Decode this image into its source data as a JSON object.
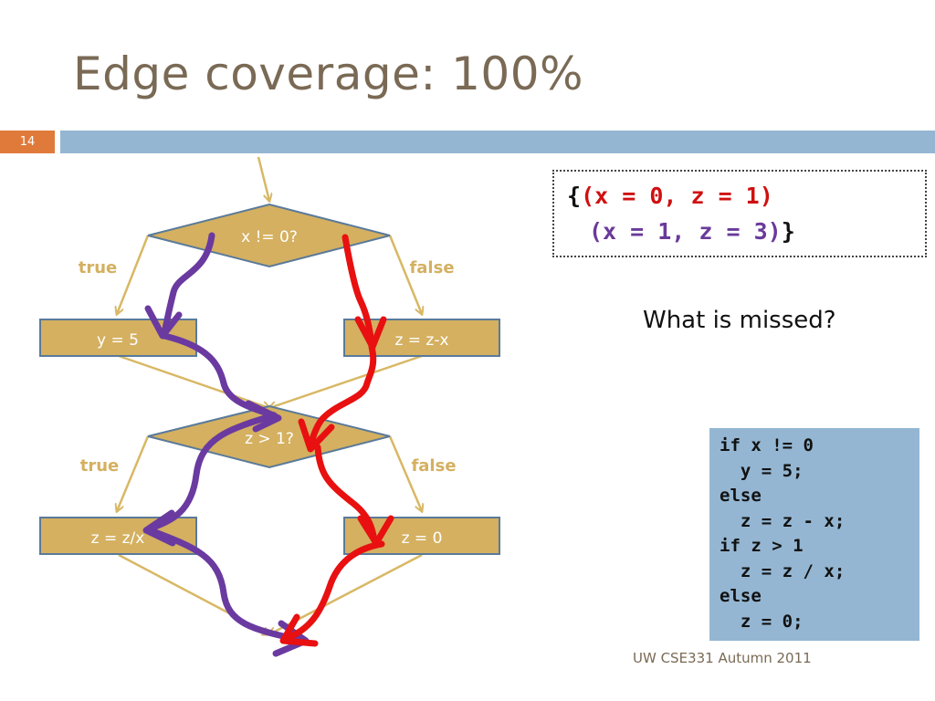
{
  "slide": {
    "title": "Edge coverage: 100%",
    "page_number": "14",
    "footer": "UW CSE331 Autumn 2011"
  },
  "flowchart": {
    "decision1": "x != 0?",
    "decision2": "z > 1?",
    "true_label_1": "true",
    "false_label_1": "false",
    "true_label_2": "true",
    "false_label_2": "false",
    "box_y5": "y = 5",
    "box_zzx": "z = z-x",
    "box_zdiv": "z  = z/x",
    "box_z0": "z = 0",
    "colors": {
      "node_fill": "#d4b060",
      "node_stroke": "#5a7a9a",
      "edge": "#d8b865",
      "path1": "#d01010",
      "path2": "#6a3aa0"
    }
  },
  "test_set": {
    "open_brace": "{",
    "case1": "(x = 0, z = 1)",
    "case2": "(x = 1, z = 3)",
    "close_brace": "}"
  },
  "question": "What is missed?",
  "code": [
    "if x != 0",
    "  y = 5;",
    "else",
    "  z = z - x;",
    "if z > 1",
    "  z = z / x;",
    "else",
    "  z = 0;"
  ]
}
